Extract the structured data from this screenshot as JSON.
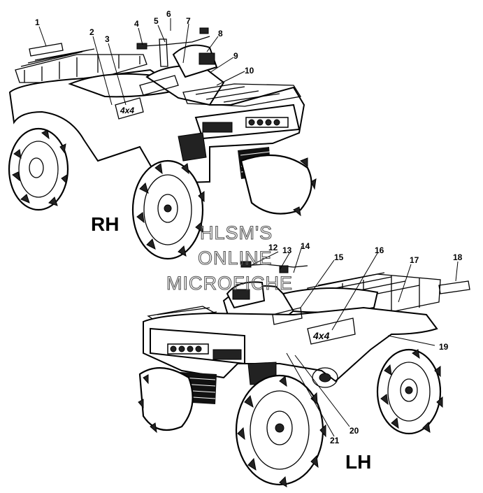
{
  "views": {
    "rh_label": "RH",
    "lh_label": "LH"
  },
  "watermark": {
    "line1": "HLSM'S",
    "line2": "ONLINE",
    "line3": "MICROFICHE"
  },
  "callouts": {
    "c1": "1",
    "c2": "2",
    "c3": "3",
    "c4": "4",
    "c5": "5",
    "c6": "6",
    "c7": "7",
    "c8": "8",
    "c9": "9",
    "c10": "10",
    "c12": "12",
    "c13": "13",
    "c14": "14",
    "c15": "15",
    "c16": "16",
    "c17": "17",
    "c18": "18",
    "c19": "19",
    "c20": "20",
    "c21": "21"
  }
}
